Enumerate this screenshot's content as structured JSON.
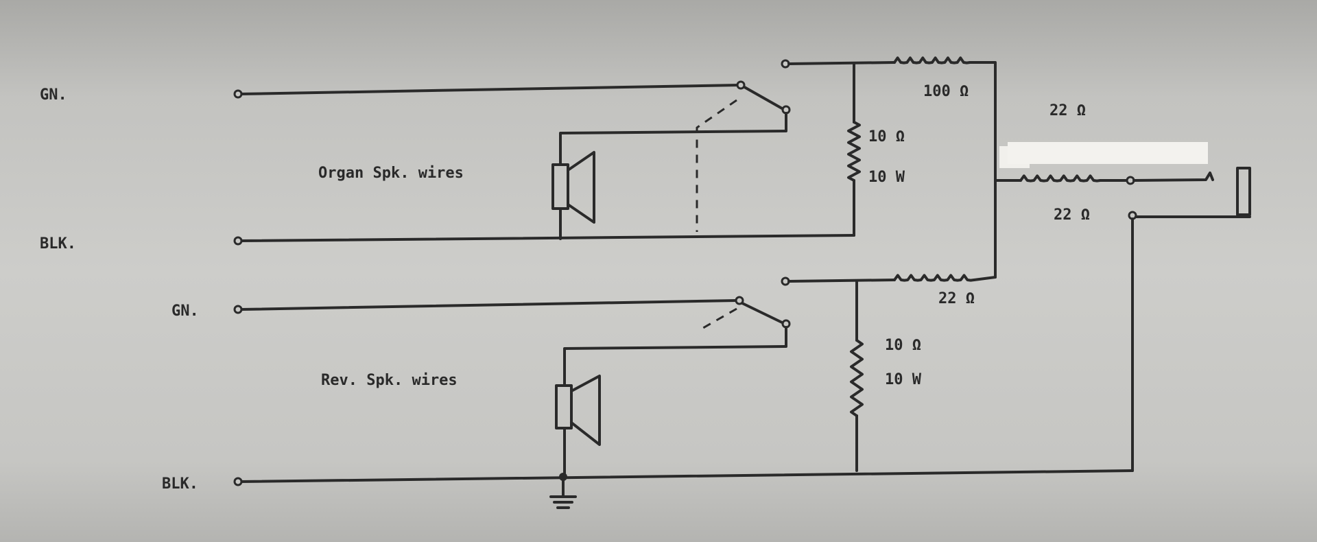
{
  "diagram": {
    "organ": {
      "gn_label": "GN.",
      "blk_label": "BLK.",
      "speaker_label": "Organ Spk. wires",
      "series_resistor": "100 Ω",
      "shunt_resistor": "10 Ω",
      "shunt_power": "10 W"
    },
    "reverb": {
      "gn_label": "GN.",
      "blk_label": "BLK.",
      "speaker_label": "Rev. Spk. wires",
      "series_resistor": "22 Ω",
      "shunt_resistor": "10 Ω",
      "shunt_power": "10 W"
    },
    "output": {
      "resistor_upper": "22 Ω",
      "resistor_lower": "22 Ω"
    }
  }
}
